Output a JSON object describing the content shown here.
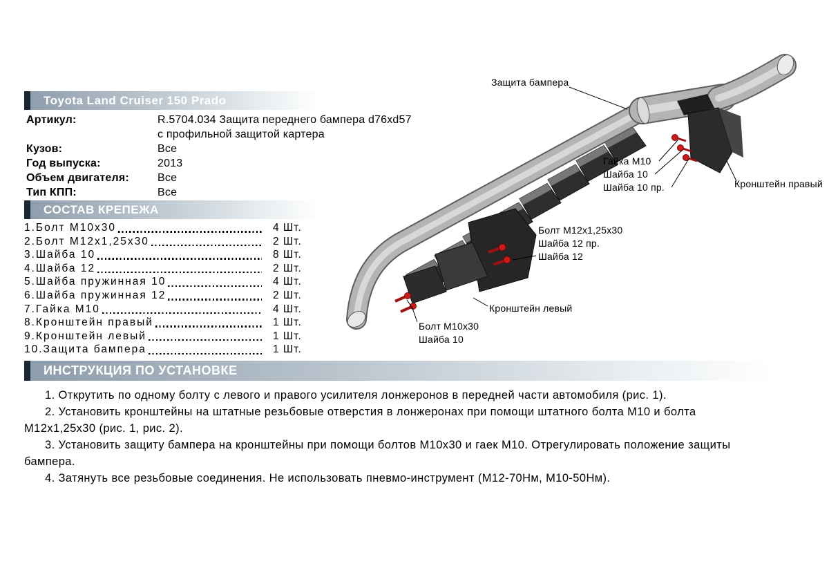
{
  "product": {
    "title": "Toyota Land Cruiser 150 Prado",
    "specs": [
      {
        "label": "Артикул:",
        "value": "R.5704.034 Защита переднего бампера d76xd57 с профильной защитой картера"
      },
      {
        "label": "Кузов:",
        "value": "Все"
      },
      {
        "label": "Год выпуска:",
        "value": "2013"
      },
      {
        "label": "Объем двигателя:",
        "value": "Все"
      },
      {
        "label": "Тип КПП:",
        "value": "Все"
      }
    ]
  },
  "fasteners": {
    "heading": "СОСТАВ КРЕПЕЖА",
    "items": [
      {
        "name": "1.Болт М10х30",
        "qty": "4 Шт."
      },
      {
        "name": "2.Болт М12х1,25х30",
        "qty": "2 Шт."
      },
      {
        "name": "3.Шайба 10",
        "qty": "8 Шт."
      },
      {
        "name": "4.Шайба 12",
        "qty": "2 Шт."
      },
      {
        "name": "5.Шайба пружинная 10",
        "qty": "4 Шт."
      },
      {
        "name": "6.Шайба пружинная 12",
        "qty": "2 Шт."
      },
      {
        "name": "7.Гайка М10",
        "qty": "4 Шт."
      },
      {
        "name": "8.Кронштейн правый",
        "qty": "1 Шт."
      },
      {
        "name": "9.Кронштейн левый",
        "qty": "1 Шт."
      },
      {
        "name": "10.Защита бампера",
        "qty": "1 Шт."
      }
    ]
  },
  "diagram": {
    "callouts": {
      "bumper_guard": "Защита бампера",
      "nut_m10": "Гайка М10",
      "washer_10": "Шайба 10",
      "washer_10_spring": "Шайба 10 пр.",
      "bracket_right": "Кронштейн правый",
      "bolt_m12": "Болт М12х1,25х30",
      "washer_12_spring": "Шайба 12 пр.",
      "washer_12": "Шайба 12",
      "bracket_left": "Кронштейн левый",
      "bolt_m10": "Болт М10х30",
      "washer_10_bottom": "Шайба 10"
    }
  },
  "instructions": {
    "heading": "ИНСТРУКЦИЯ ПО УСТАНОВКЕ",
    "steps": [
      "1. Открутить по одному болту с левого и правого усилителя лонжеронов в передней части автомобиля (рис. 1).",
      "2. Установить кронштейны на штатные резьбовые отверстия в лонжеронах при помощи штатного болта М10 и болта М12х1,25х30 (рис. 1, рис. 2).",
      "3. Установить защиту бампера на кронштейны при помощи болтов М10х30 и гаек М10. Отрегулировать положение защиты бампера.",
      "4. Затянуть все резьбовые соединения. Не использовать пневмо-инструмент (М12-70Нм, М10-50Нм)."
    ]
  }
}
